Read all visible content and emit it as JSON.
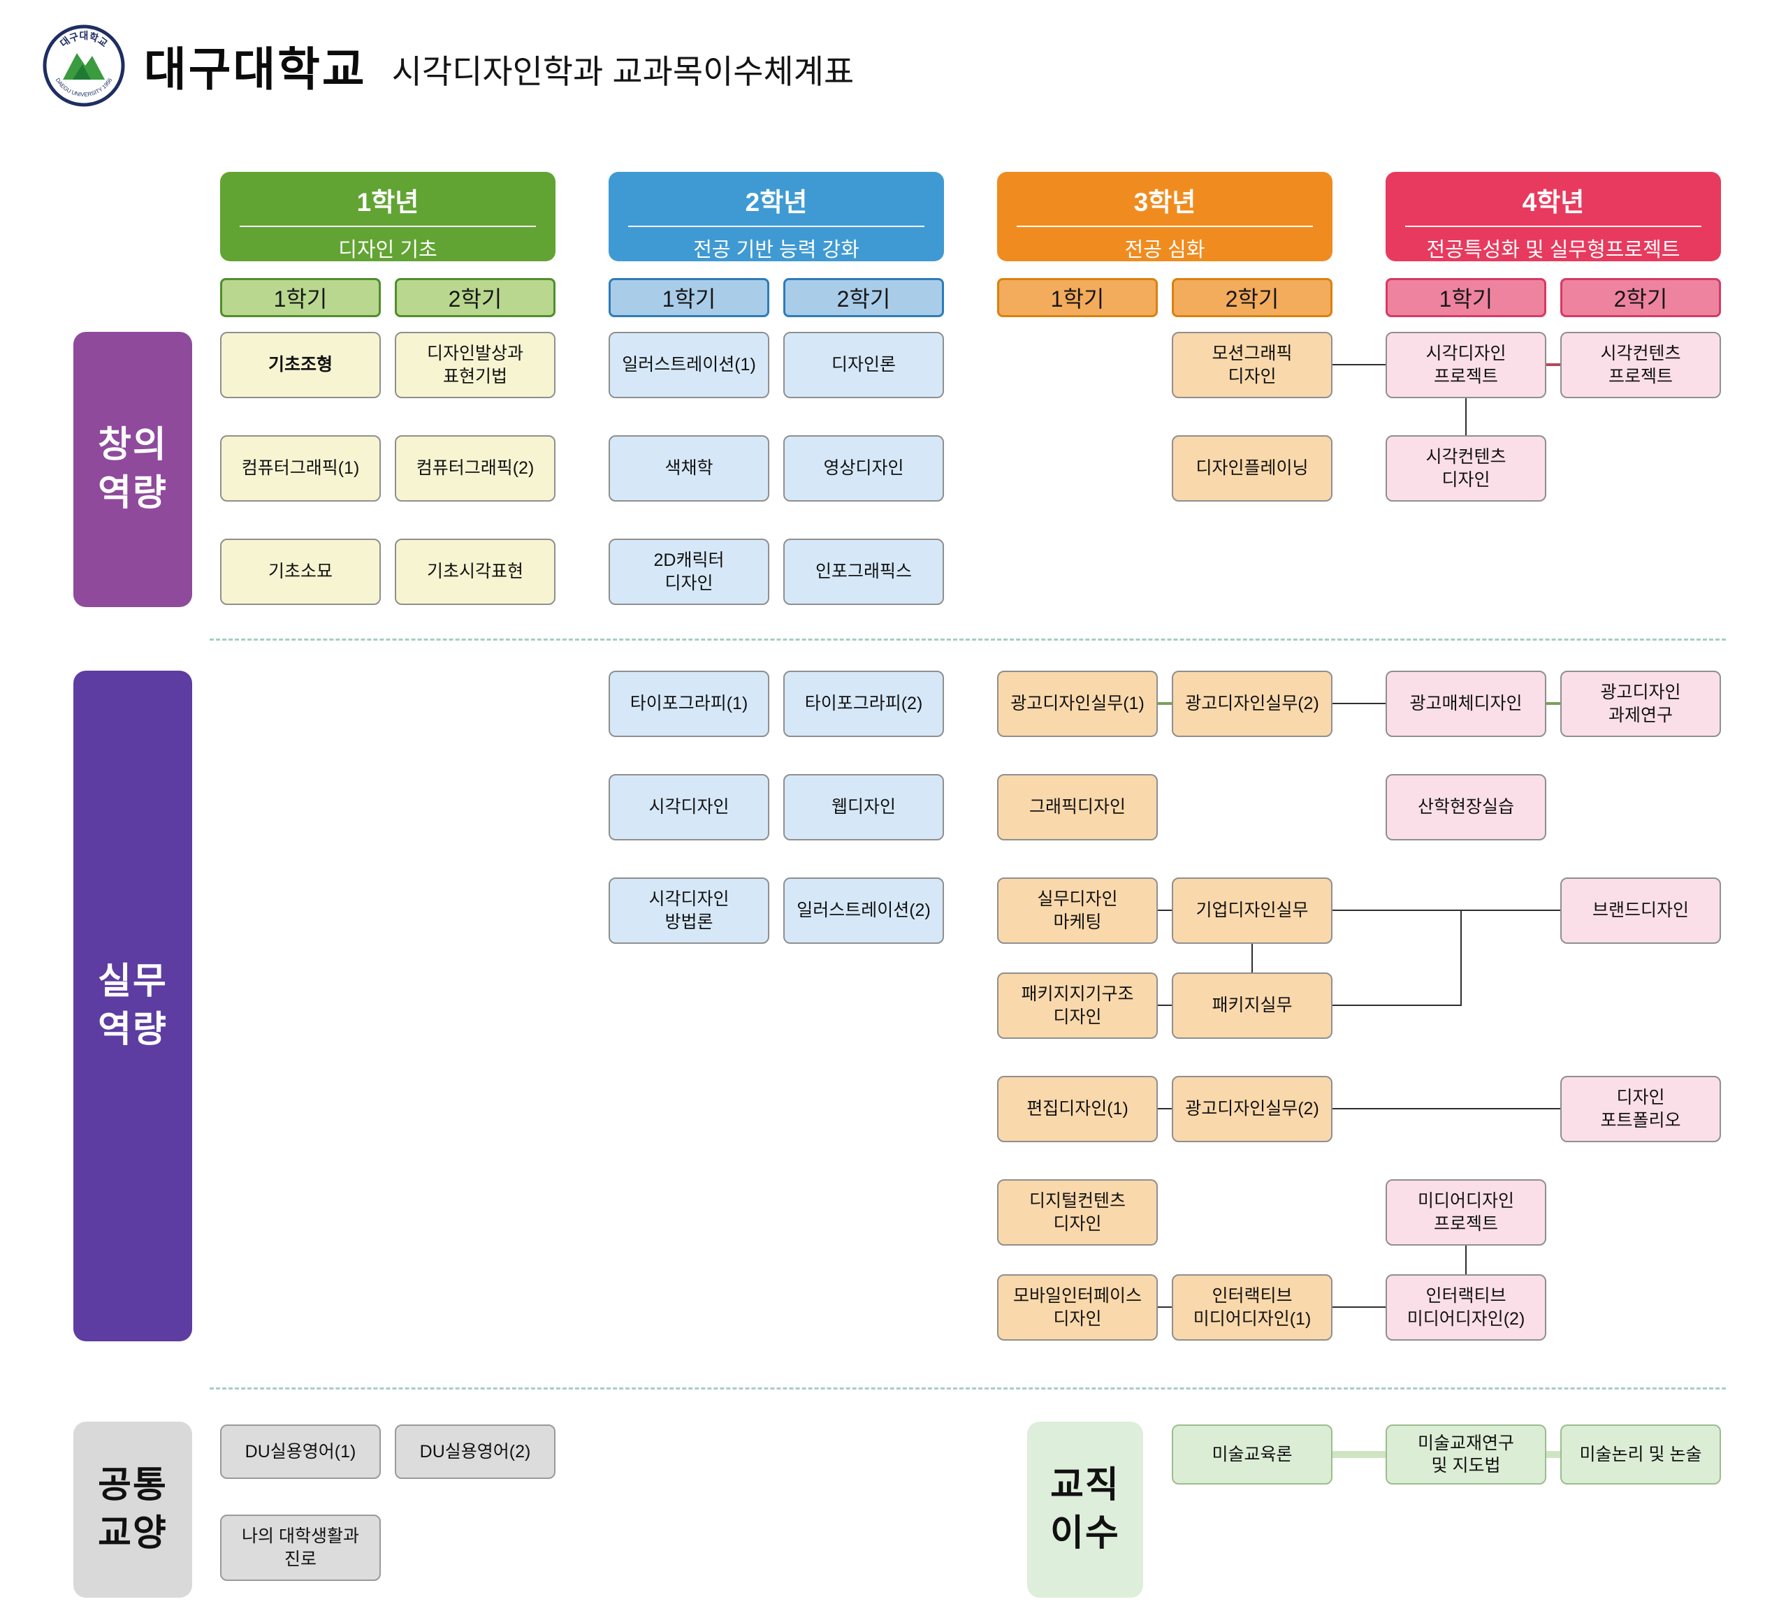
{
  "page": {
    "university": "대구대학교",
    "title": "시각디자인학과 교과목이수체계표"
  },
  "logo": {
    "top": "대구대학교",
    "bottom": "DAEGU UNIVERSITY 1956"
  },
  "years": [
    {
      "label": "1학년",
      "subtitle": "디자인 기초",
      "semesters": [
        "1학기",
        "2학기"
      ]
    },
    {
      "label": "2학년",
      "subtitle": "전공 기반 능력 강화",
      "semesters": [
        "1학기",
        "2학기"
      ]
    },
    {
      "label": "3학년",
      "subtitle": "전공 심화",
      "semesters": [
        "1학기",
        "2학기"
      ]
    },
    {
      "label": "4학년",
      "subtitle": "전공특성화 및 실무형프로젝트",
      "semesters": [
        "1학기",
        "2학기"
      ]
    }
  ],
  "sections": {
    "creative": {
      "line1": "창의",
      "line2": "역량"
    },
    "practical": {
      "line1": "실무",
      "line2": "역량"
    },
    "liberal": {
      "line1": "공통",
      "line2": "교양"
    },
    "teaching": {
      "line1": "교직",
      "line2": "이수"
    }
  },
  "creative": {
    "y1": [
      "기초조형",
      "디자인발상과\n표현기법",
      "컴퓨터그래픽(1)",
      "컴퓨터그래픽(2)",
      "기초소묘",
      "기초시각표현"
    ],
    "y2": [
      "일러스트레이션(1)",
      "디자인론",
      "색채학",
      "영상디자인",
      "2D캐릭터\n디자인",
      "인포그래픽스"
    ],
    "y3": [
      "모션그래픽\n디자인",
      "디자인플레이닝"
    ],
    "y4": [
      "시각디자인\n프로젝트",
      "시각컨텐츠\n프로젝트",
      "시각컨텐츠\n디자인"
    ]
  },
  "practical": {
    "y2": [
      "타이포그라피(1)",
      "타이포그라피(2)",
      "시각디자인",
      "웹디자인",
      "시각디자인\n방법론",
      "일러스트레이션(2)"
    ],
    "y3": [
      "광고디자인실무(1)",
      "광고디자인실무(2)",
      "그래픽디자인",
      "실무디자인\n마케팅",
      "기업디자인실무",
      "패키지지기구조\n디자인",
      "패키지실무",
      "편집디자인(1)",
      "광고디자인실무(2)",
      "디지털컨텐츠\n디자인",
      "모바일인터페이스\n디자인",
      "인터랙티브\n미디어디자인(1)"
    ],
    "y4": [
      "광고매체디자인",
      "광고디자인\n과제연구",
      "산학현장실습",
      "브랜드디자인",
      "디자인\n포트폴리오",
      "미디어디자인\n프로젝트",
      "인터랙티브\n미디어디자인(2)"
    ]
  },
  "liberal": [
    "DU실용영어(1)",
    "DU실용영어(2)",
    "나의 대학생활과\n진로"
  ],
  "teaching": [
    "미술교육론",
    "미술교재연구\n및 지도법",
    "미술논리 및 논술"
  ],
  "colors": {
    "year1": "#62a433",
    "year2": "#3f9ad3",
    "year3": "#f08c1f",
    "year4": "#e83a5e",
    "creative_label": "#8f4a9c",
    "practical_label": "#5d3da1",
    "liberal_label": "#d9d9d9",
    "teaching_label": "#ddeeda"
  }
}
